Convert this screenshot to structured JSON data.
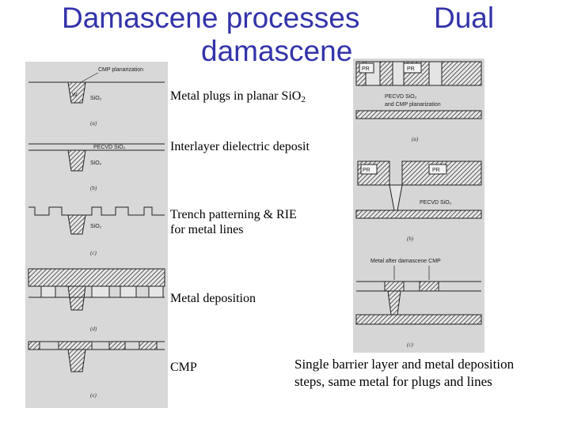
{
  "title": {
    "line1_left": "Damascene processes",
    "line1_right": "Dual",
    "line2": "damascene"
  },
  "steps": [
    {
      "text": "Metal plugs in planar Si",
      "sub": "O",
      "sub2": "2"
    },
    {
      "text": "Interlayer dielectric deposit"
    },
    {
      "text": "Trench patterning & RIE",
      "line2": "for metal lines"
    },
    {
      "text": "Metal deposition"
    },
    {
      "text": "CMP"
    }
  ],
  "note": {
    "line1": "Single barrier layer and metal deposition",
    "line2": "steps, same metal for plugs and lines"
  },
  "figure_left": {
    "labels": {
      "cmp": "CMP planarization",
      "w": "W",
      "sio2_a": "SiO₂",
      "pecvd": "PECVD SiO₂",
      "sio2_b": "SiO₂",
      "sio2_c": "SiO₂"
    },
    "captions": [
      "(a)",
      "(b)",
      "(c)",
      "(d)",
      "(e)"
    ]
  },
  "figure_right": {
    "labels": {
      "pr1": "PR",
      "pr2": "PR",
      "pecvd_a": "PECVD SiO₂",
      "cmp_a": "and CMP planarization",
      "pr3": "PR",
      "pr4": "PR",
      "pecvd_b": "PECVD SiO₂",
      "metal_cmp": "Metal after damascene CMP"
    },
    "captions": [
      "(a)",
      "(b)",
      "(c)"
    ]
  }
}
